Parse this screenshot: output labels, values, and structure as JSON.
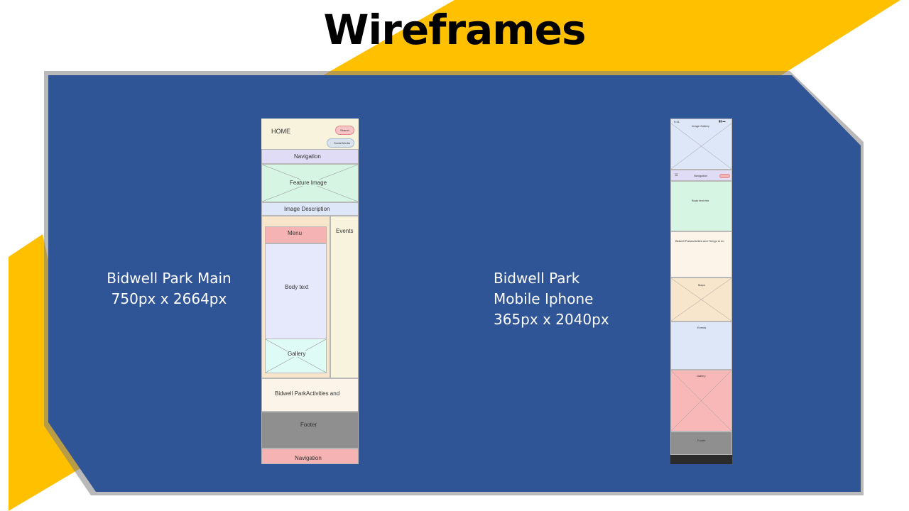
{
  "slide": {
    "title": "Wireframes"
  },
  "desktop": {
    "caption_line1": "Bidwell Park Main",
    "caption_line2": "750px x 2664px",
    "header_home": "HOME",
    "search_button": "Search",
    "social_button": "Social Media",
    "navigation_top": "Navigation",
    "feature_image": "Feature Image",
    "image_description": "Image Description",
    "menu": "Menu",
    "events": "Events",
    "body_text": "Body text",
    "gallery": "Gallery",
    "activities": "Bidwell ParkActivities and",
    "footer": "Footer",
    "navigation_bottom": "Navigation"
  },
  "mobile": {
    "caption_line1": "Bidwell Park",
    "caption_line2": "Mobile  Iphone",
    "caption_line3": "365px x 2040px",
    "status_time": "9:41",
    "image_gallery": "Image Gallery",
    "navigation": "Navigation",
    "body_text": "Body text info",
    "activities": "Bidwell ParkActivities and Things to do",
    "maps": "Maps",
    "events": "Events",
    "gallery": "Gallery",
    "footer": "Footer"
  },
  "colors": {
    "slide_blue": "#2f5597",
    "accent_yellow": "#ffc000"
  }
}
